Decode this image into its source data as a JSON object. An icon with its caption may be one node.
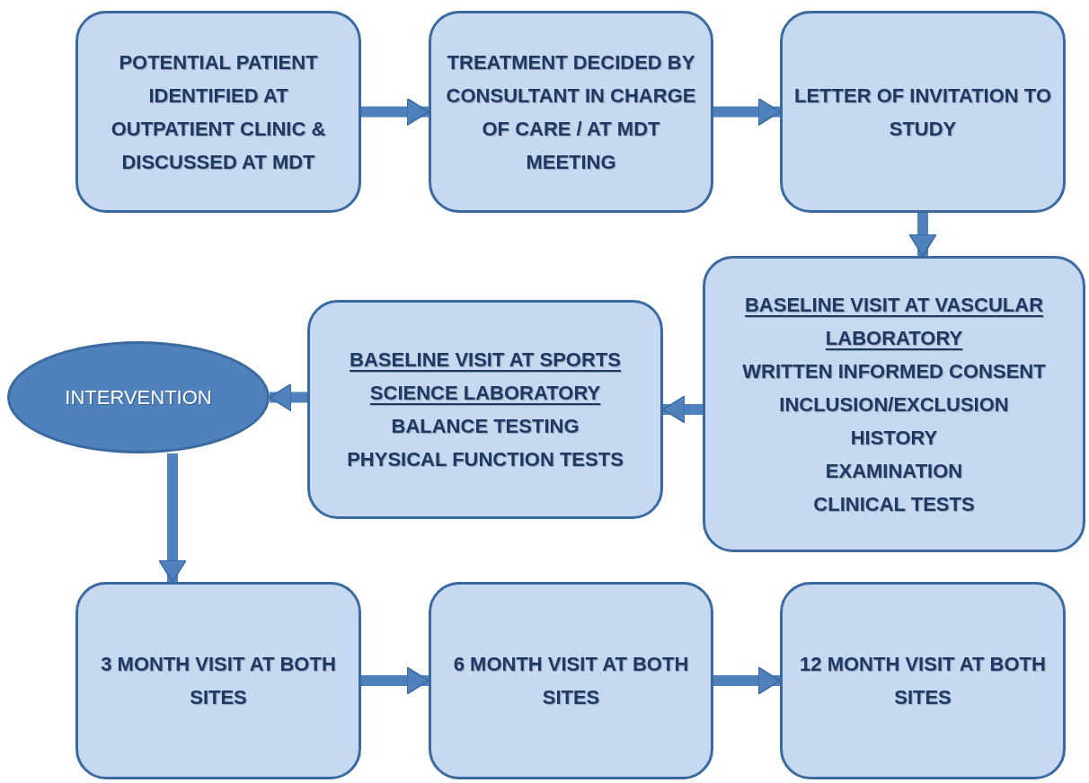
{
  "diagram": {
    "nodes": [
      {
        "text": [
          "POTENTIAL PATIENT IDENTIFIED AT OUTPATIENT CLINIC & DISCUSSED AT MDT"
        ]
      },
      {
        "text": [
          "TREATMENT DECIDED BY CONSULTANT IN CHARGE OF CARE / AT MDT MEETING"
        ]
      },
      {
        "text": [
          "LETTER OF INVITATION TO STUDY"
        ]
      },
      {
        "text": [
          "BASELINE VISIT AT VASCULAR LABORATORY",
          "WRITTEN INFORMED CONSENT",
          "INCLUSION/EXCLUSION",
          "HISTORY",
          "EXAMINATION",
          "CLINICAL TESTS"
        ]
      },
      {
        "text": [
          "BASELINE VISIT AT SPORTS SCIENCE LABORATORY",
          "BALANCE TESTING",
          "PHYSICAL FUNCTION TESTS"
        ]
      },
      {
        "text": [
          "INTERVENTION"
        ]
      },
      {
        "text": [
          "3 MONTH VISIT AT BOTH SITES"
        ]
      },
      {
        "text": [
          "6 MONTH VISIT AT BOTH SITES"
        ]
      },
      {
        "text": [
          "12 MONTH VISIT AT BOTH SITES"
        ]
      }
    ],
    "edges": [
      {
        "from": 0,
        "to": 1,
        "arrow": "to"
      },
      {
        "from": 1,
        "to": 2,
        "arrow": "to"
      },
      {
        "from": 2,
        "to": 3,
        "arrow": "to"
      },
      {
        "from": 3,
        "to": 4,
        "arrow": "to"
      },
      {
        "from": 4,
        "to": 5,
        "arrow": "to"
      },
      {
        "from": 5,
        "to": 6,
        "arrow": "to"
      },
      {
        "from": 6,
        "to": 7,
        "arrow": "to"
      },
      {
        "from": 7,
        "to": 8,
        "arrow": "to"
      }
    ]
  }
}
